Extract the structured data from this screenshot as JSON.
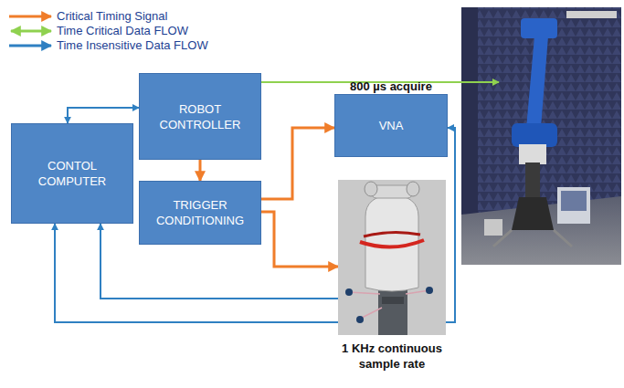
{
  "diagram": {
    "nodes": [
      {
        "text": [
          "CONTOL COMPUTER"
        ]
      },
      {
        "text": [
          "ROBOT CONTROLLER"
        ]
      },
      {
        "text": [
          "TRIGGER CONDITIONING"
        ]
      },
      {
        "text": [
          "VNA"
        ]
      },
      {
        "text": [
          "1 KHz continuous sample rate"
        ]
      }
    ],
    "edges": [
      {
        "from": 0,
        "to": 1,
        "arrow": "both"
      },
      {
        "from": 1,
        "to": 2,
        "arrow": "to"
      },
      {
        "from": 2,
        "to": 3,
        "arrow": "to"
      },
      {
        "from": 2,
        "to": 4,
        "arrow": "to"
      },
      {
        "from": 4,
        "to": 0,
        "arrow": "to"
      },
      {
        "from": 3,
        "to": 0,
        "arrow": "both"
      }
    ],
    "labels": [
      "800 µs acquire"
    ],
    "legend": [
      {
        "text": "Critical Timing Signal"
      },
      {
        "text": "Time Critical Data FLOW"
      },
      {
        "text": "Time Insensitive Data FLOW"
      }
    ]
  }
}
